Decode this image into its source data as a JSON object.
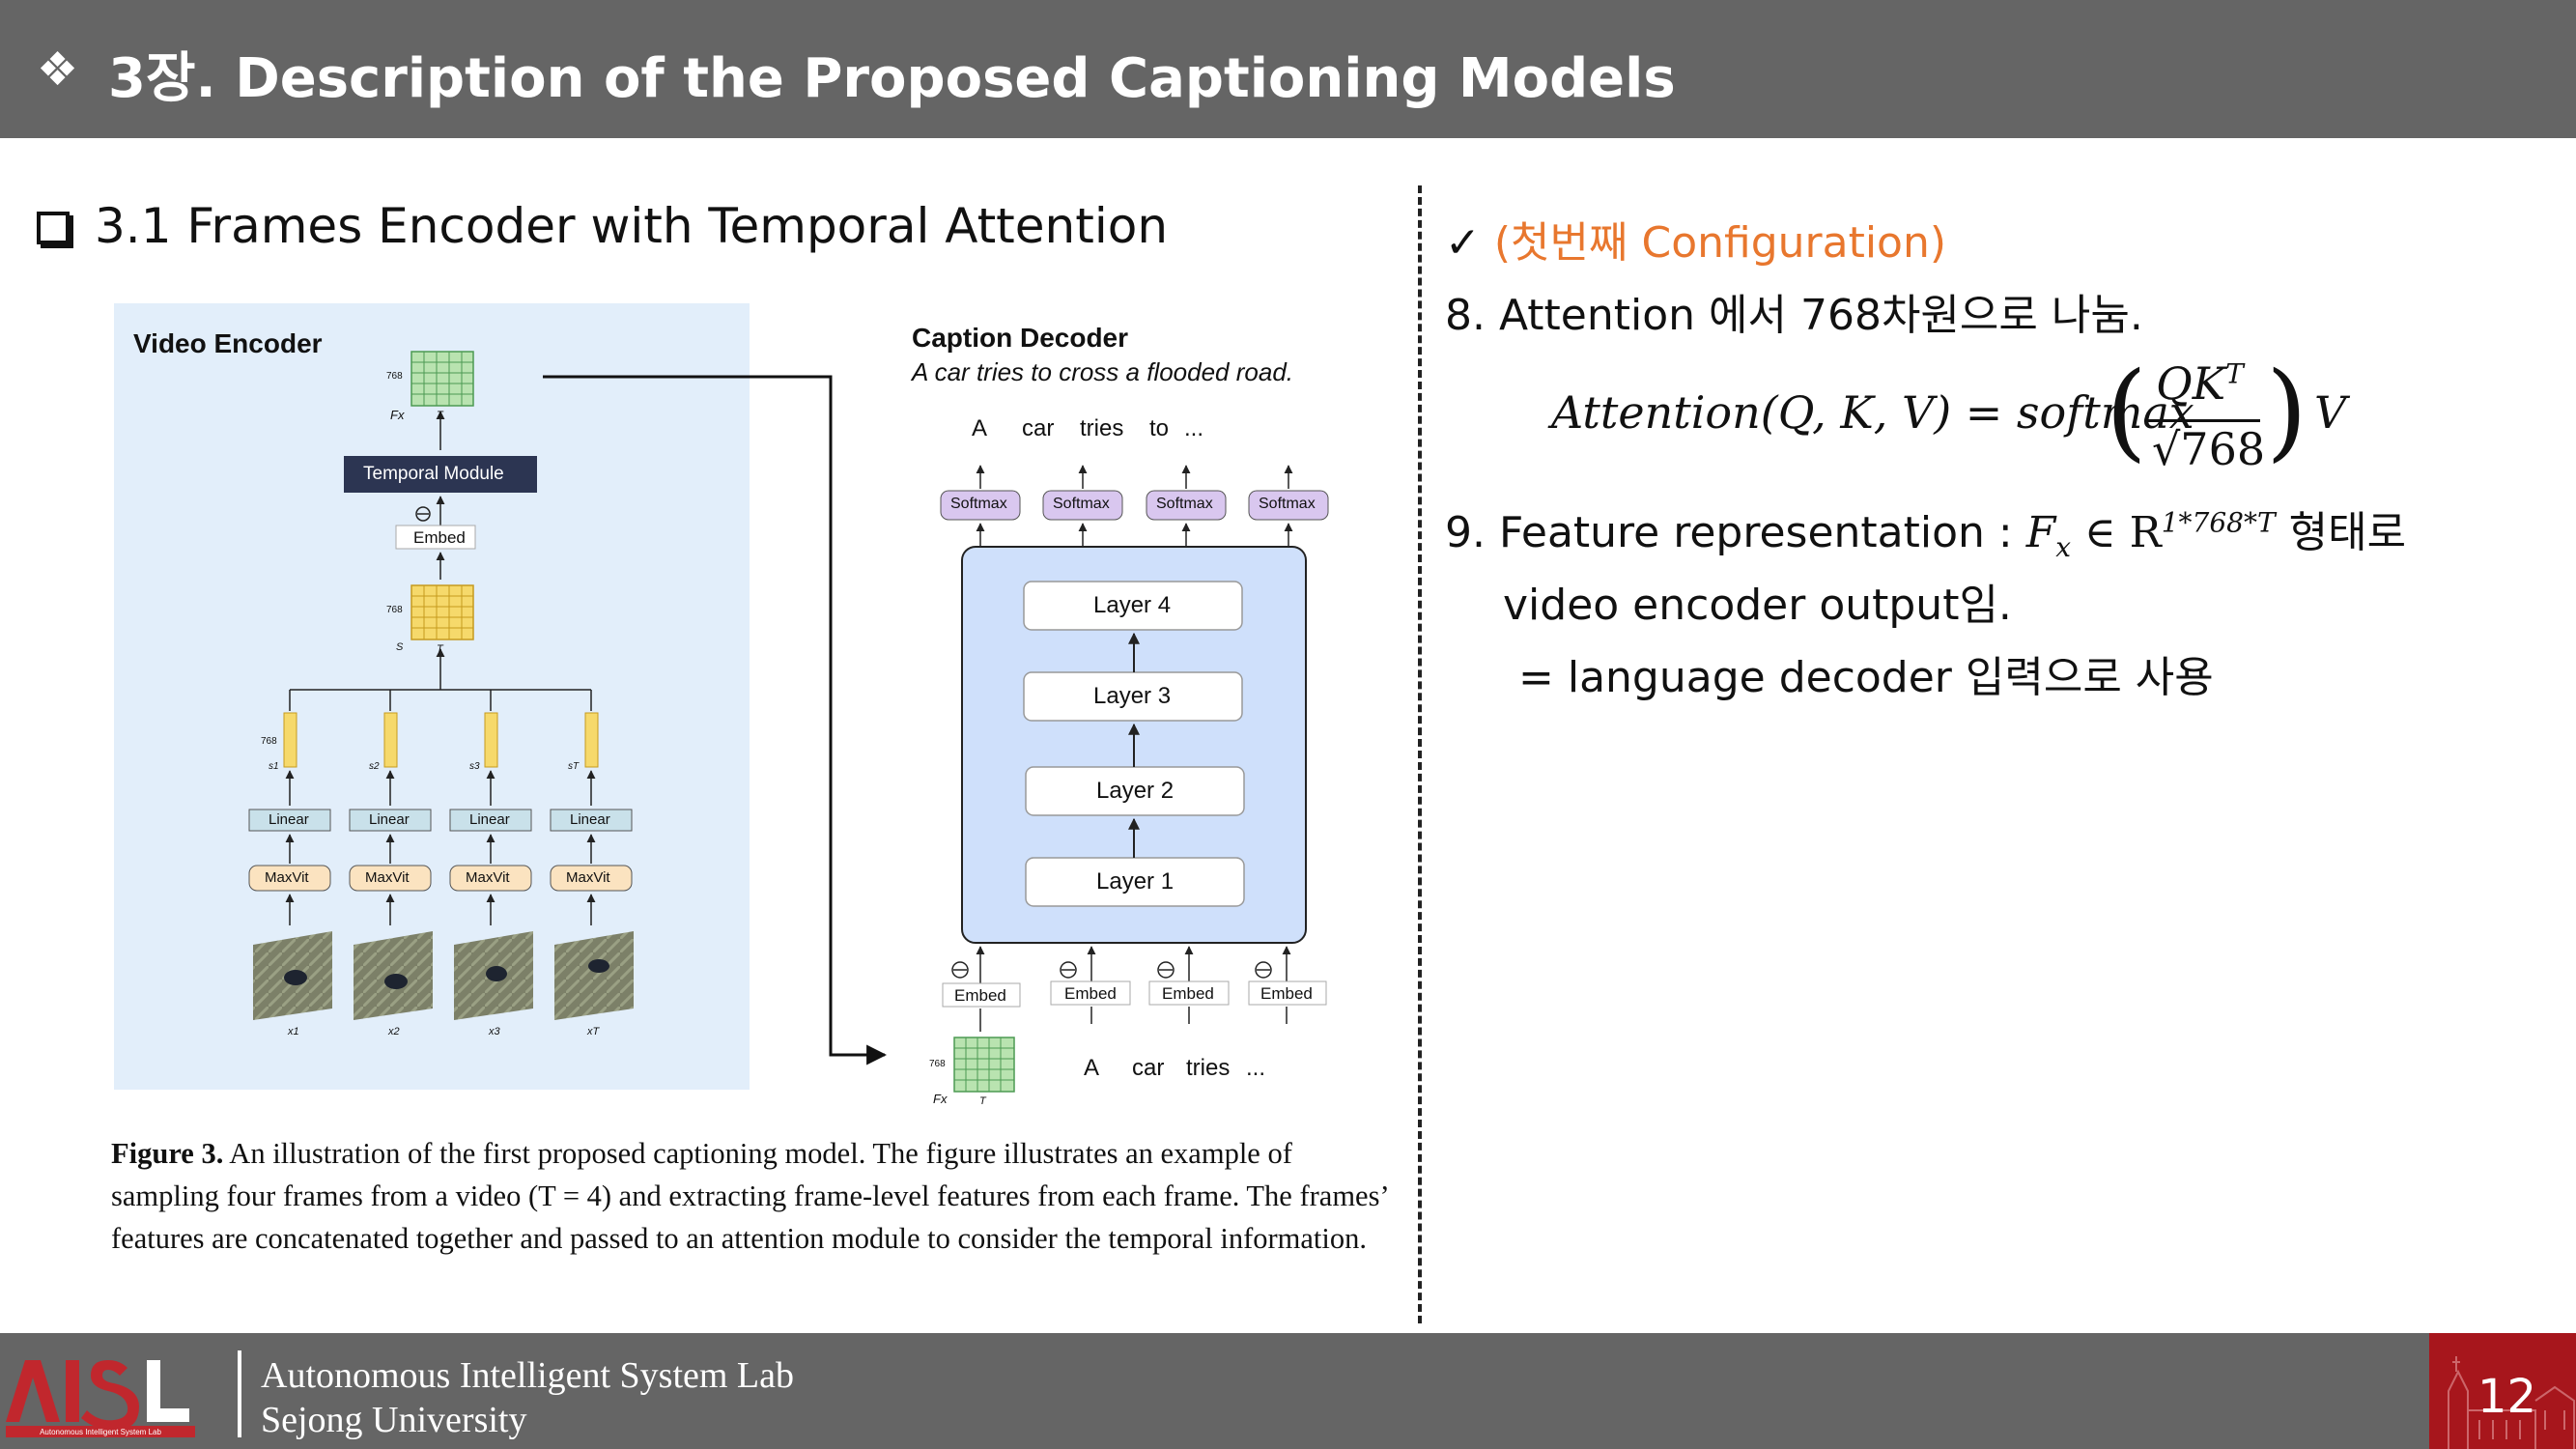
{
  "header": {
    "bullet": "❖",
    "title": "3장. Description of the Proposed Captioning Models"
  },
  "left": {
    "section_title": "3.1 Frames Encoder with Temporal Attention"
  },
  "figure": {
    "encoder_title": "Video Encoder",
    "decoder_title": "Caption Decoder",
    "decoder_caption": "A car tries to cross a flooded road.",
    "temporal_module": "Temporal Module",
    "embed": "Embed",
    "linear": "Linear",
    "maxvit": "MaxVit",
    "softmax": "Softmax",
    "dim_768": "768",
    "fx": "Fx",
    "s": "S",
    "t": "T",
    "frame_s": [
      "s1",
      "s2",
      "s3",
      "sT"
    ],
    "frame_x": [
      "x1",
      "x2",
      "x3",
      "xT"
    ],
    "layers": [
      "Layer 4",
      "Layer 3",
      "Layer 2",
      "Layer 1"
    ],
    "output_tokens": [
      "A",
      "car",
      "tries",
      "to",
      "..."
    ],
    "input_tokens": [
      "A",
      "car",
      "tries",
      "..."
    ],
    "figure_caption_label": "Figure 3.",
    "figure_caption_text": "An illustration of the first proposed captioning model. The figure illustrates an example of sampling four frames from a video (T = 4) and extracting frame-level features from each frame. The frames’ features are concatenated together and passed to an attention module to consider the temporal information."
  },
  "right": {
    "check": "✓",
    "config_label": "(첫번째 Configuration)",
    "item8": "8. Attention 에서 768차원으로 나눔.",
    "formula": {
      "lhs": "Attention(Q, K, V) = softmax",
      "numerator": "QK",
      "numerator_sup": "T",
      "denominator": "√768",
      "rhs": "V"
    },
    "item9_prefix": "9. Feature representation : ",
    "item9_math": "F",
    "item9_math_sub": "x",
    "item9_in": " ∈ R",
    "item9_sup": "1*768*T",
    "item9_suffix": " 형태로",
    "item9_line2": "video encoder output임.",
    "item9_line3": "= language decoder 입력으로 사용"
  },
  "footer": {
    "logo_text": "AISL",
    "logo_sub": "Autonomous Intelligent System Lab",
    "lab": "Autonomous Intelligent System Lab",
    "university": "Sejong University",
    "page_number": "12"
  },
  "colors": {
    "header_bg": "#656565",
    "accent_orange": "#e8772e",
    "footer_red": "#a7161c",
    "encoder_bg": "#e2eefa",
    "decoder_box": "#cfe0fb",
    "softmax_fill": "#d9c7ef",
    "maxvit_fill": "#fbe3c0",
    "linear_fill": "#c9e1ea",
    "feature_yellow": "#f6d96b",
    "feature_green": "#b9e3b0"
  }
}
